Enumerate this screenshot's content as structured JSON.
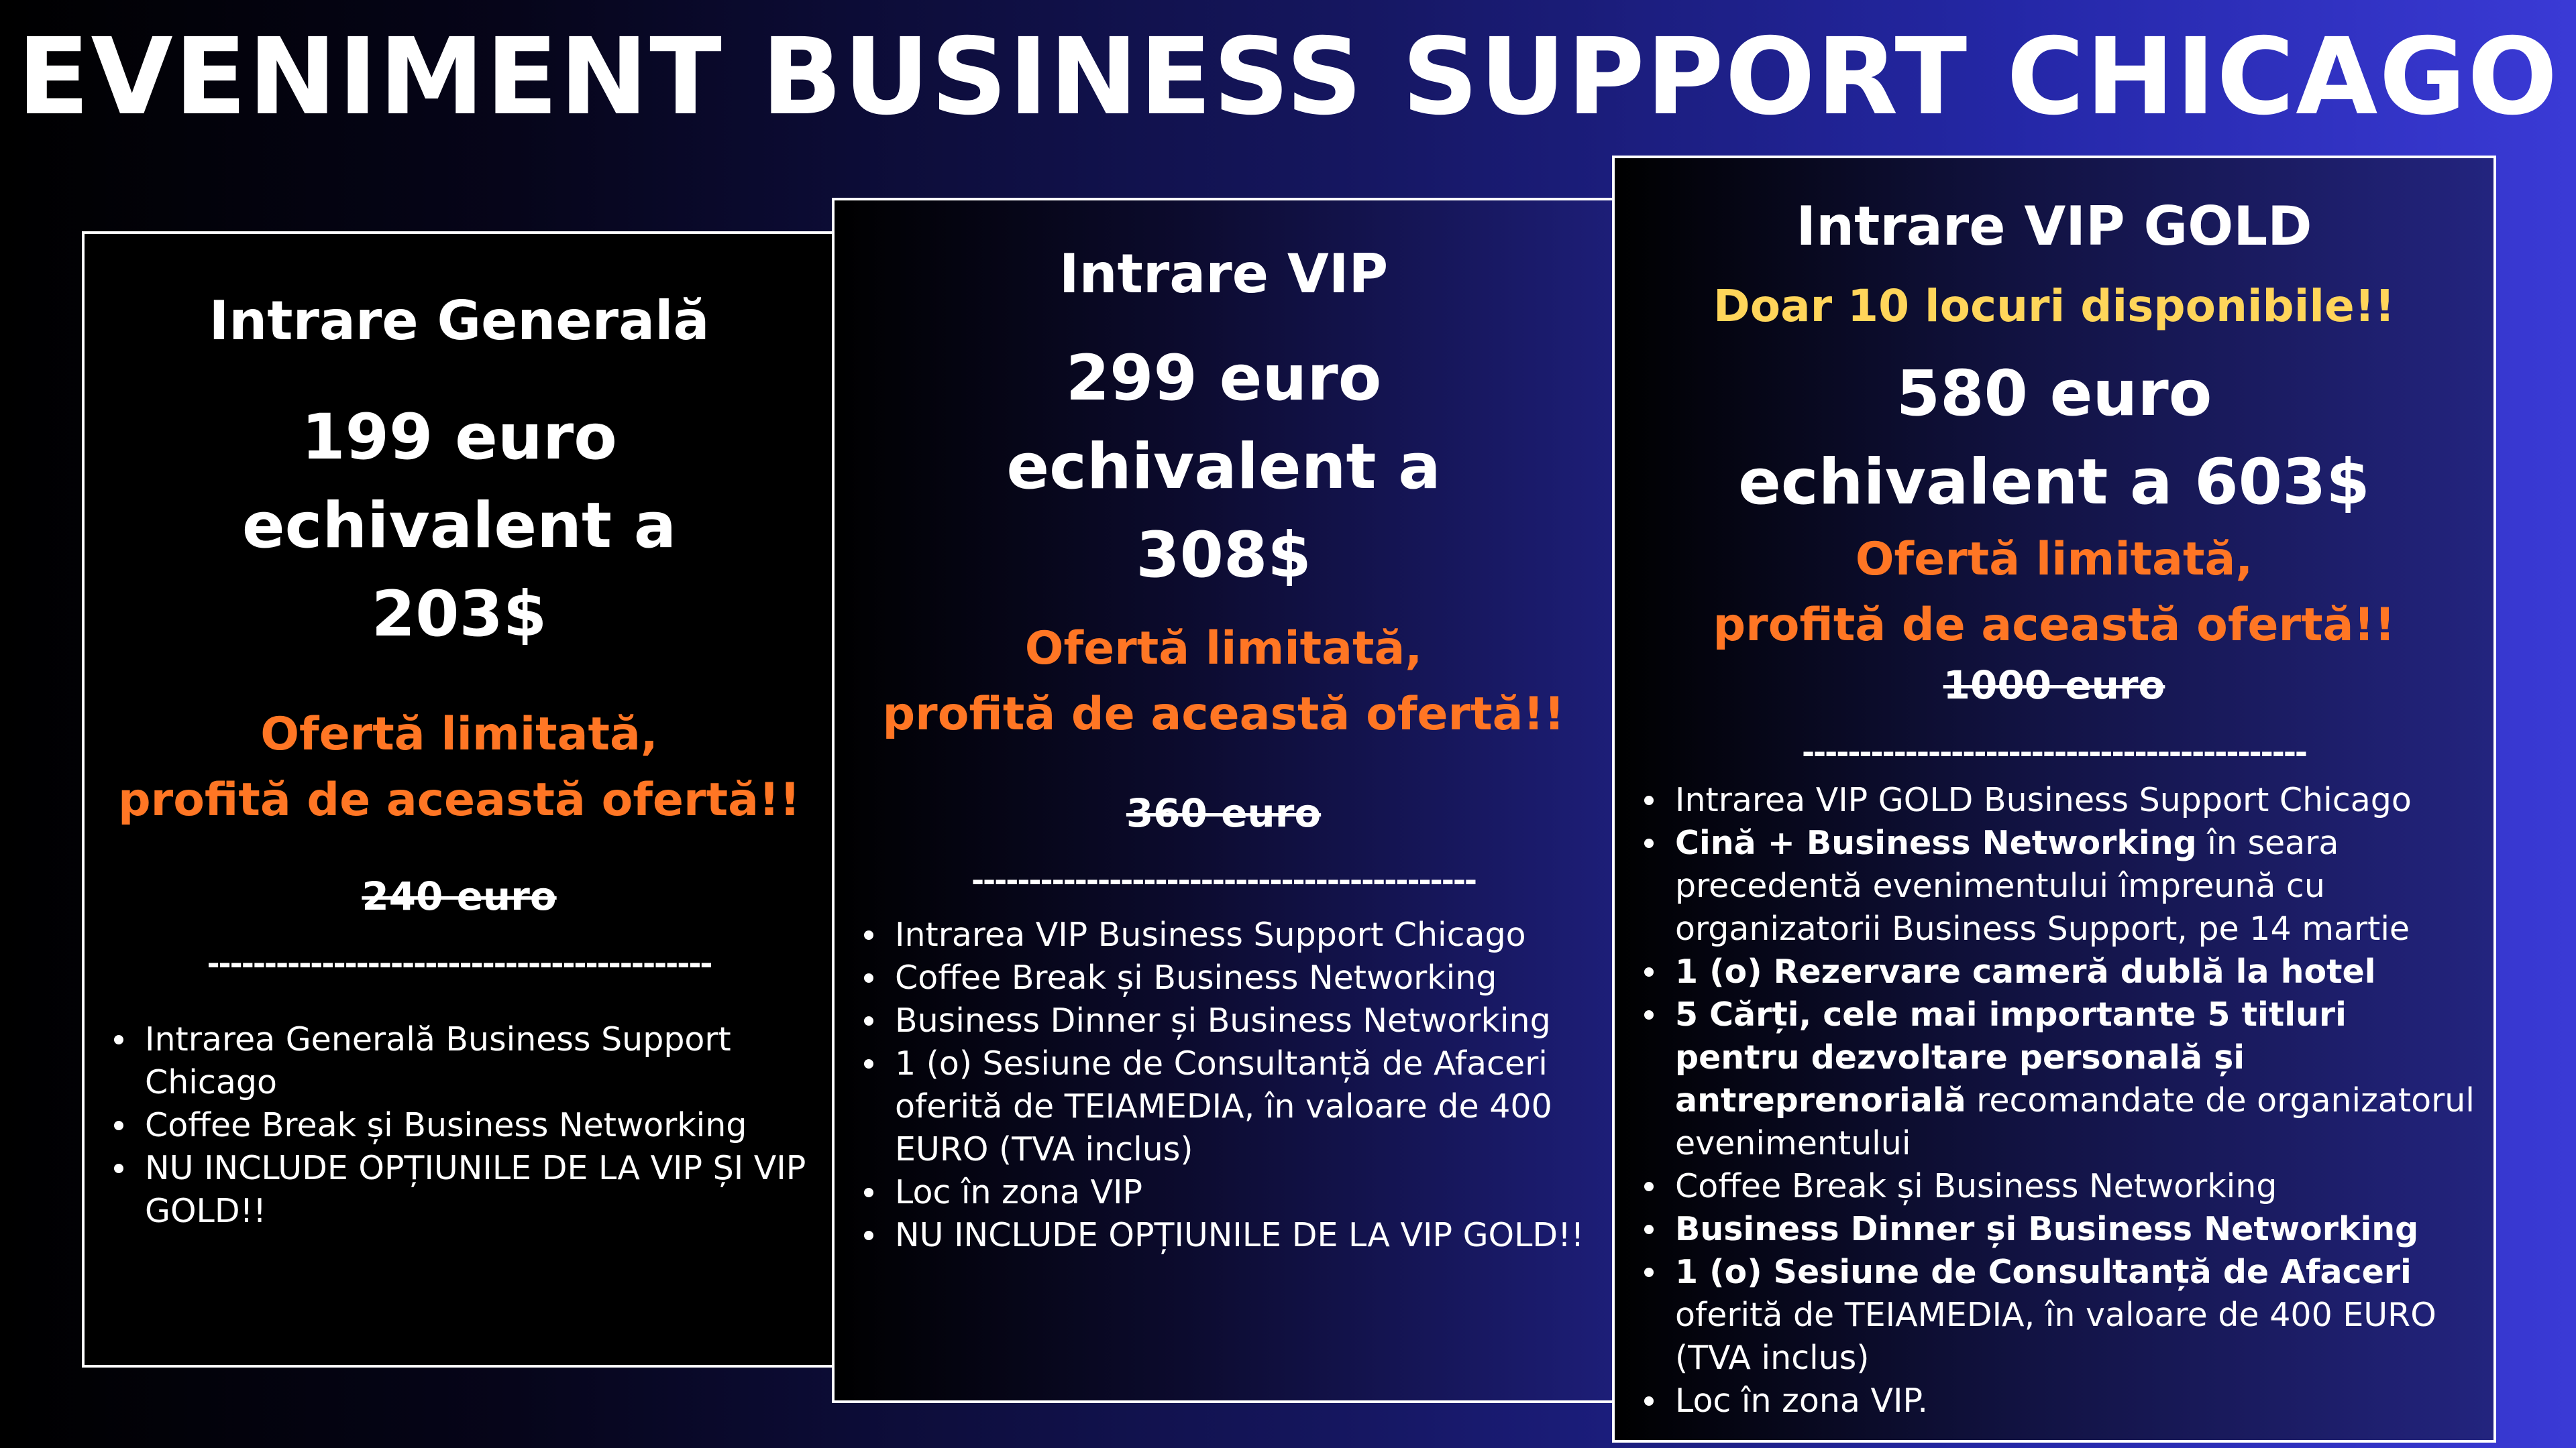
{
  "headline": "EVENIMENT BUSINESS SUPPORT CHICAGO",
  "colors": {
    "offer_text": "#ff7624",
    "scarcity_text": "#ffd55a",
    "card_border": "#ffffff"
  },
  "general": {
    "title": "Intrare Generală",
    "price_line1": "199 euro",
    "price_line2": "echivalent a",
    "price_line3": "203$",
    "offer_line1": "Ofertă limitată,",
    "offer_line2": "profită de această ofertă!!",
    "old_price": "240 euro",
    "divider": "--------------------------------------------",
    "features": [
      "Intrarea Generală Business Support Chicago",
      "Coffee Break și Business Networking",
      "NU INCLUDE OPȚIUNILE DE LA VIP ȘI VIP GOLD!!"
    ]
  },
  "vip": {
    "title": "Intrare VIP",
    "price_line1": "299 euro",
    "price_line2": "echivalent a",
    "price_line3": "308$",
    "offer_line1": "Ofertă limitată,",
    "offer_line2": "profită de această ofertă!!",
    "old_price": "360 euro",
    "divider": "--------------------------------------------",
    "features": [
      "Intrarea VIP Business Support Chicago",
      "Coffee Break și Business Networking",
      "Business Dinner și Business Networking",
      "1 (o) Sesiune de Consultanță de Afaceri oferită de TEIAMEDIA, în valoare de 400 EURO (TVA inclus)",
      "Loc în zona VIP",
      "NU INCLUDE OPȚIUNILE DE LA VIP GOLD!!"
    ]
  },
  "gold": {
    "title": "Intrare VIP GOLD",
    "scarcity": "Doar 10 locuri disponibile!!",
    "price_line1": "580 euro",
    "price_line2": "echivalent a 603$",
    "offer_line1": "Ofertă limitată,",
    "offer_line2": "profită de această ofertă!!",
    "old_price": "1000 euro",
    "divider": "--------------------------------------------",
    "features": {
      "f1": "Intrarea VIP GOLD Business Support Chicago",
      "f2_bold": "Cină + Business Networking",
      "f2_rest": " în seara precedentă evenimentului împreună cu organizatorii Business Support, pe 14 martie",
      "f3": "1 (o) Rezervare cameră dublă la hotel",
      "f4_bold": "5 Cărți, cele mai importante 5 titluri pentru dezvoltare personală și antreprenorială",
      "f4_rest": " recomandate de organizatorul evenimentului",
      "f5": "Coffee Break și Business Networking",
      "f6": "Business Dinner și Business Networking",
      "f7_bold": "1 (o) Sesiune de Consultanță de Afaceri",
      "f7_rest": " oferită de TEIAMEDIA, în valoare de 400 EURO (TVA inclus)",
      "f8": "Loc în zona VIP."
    }
  }
}
